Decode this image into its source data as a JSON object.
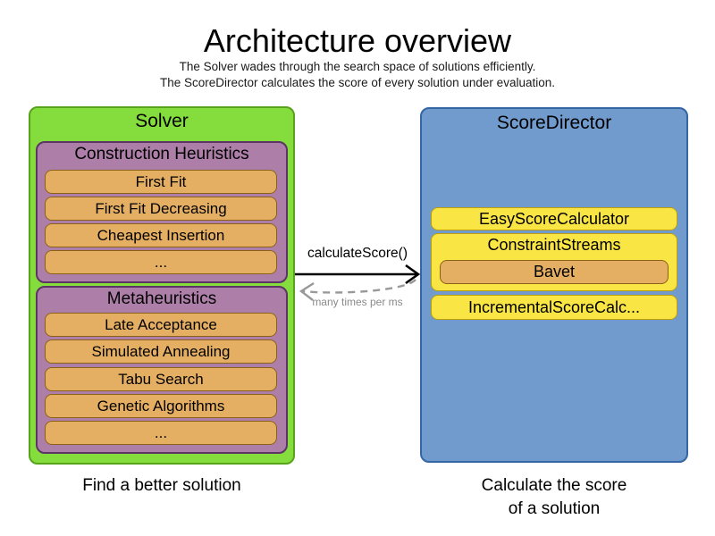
{
  "header": {
    "title": "Architecture overview",
    "subtitle_line1": "The Solver wades through the search space of solutions efficiently.",
    "subtitle_line2": "The ScoreDirector calculates the score of every solution under evaluation."
  },
  "solver": {
    "title": "Solver",
    "caption": "Find a better solution",
    "groups": [
      {
        "title": "Construction Heuristics",
        "items": [
          "First Fit",
          "First Fit Decreasing",
          "Cheapest Insertion",
          "..."
        ]
      },
      {
        "title": "Metaheuristics",
        "items": [
          "Late Acceptance",
          "Simulated Annealing",
          "Tabu Search",
          "Genetic Algorithms",
          "..."
        ]
      }
    ]
  },
  "score_director": {
    "title": "ScoreDirector",
    "caption_line1": "Calculate the score",
    "caption_line2": "of a solution",
    "items": [
      {
        "title": "EasyScoreCalculator"
      },
      {
        "title": "ConstraintStreams",
        "child": "Bavet"
      },
      {
        "title": "IncrementalScoreCalc..."
      }
    ]
  },
  "interaction": {
    "call_label": "calculateScore()",
    "frequency_label": "many times per ms"
  },
  "colors": {
    "solver_fill": "#84DC3D",
    "solver_border": "#57A41C",
    "group_fill": "#AD7FA8",
    "group_border": "#5C3566",
    "item_fill": "#E5AF63",
    "item_border": "#8A6116",
    "director_fill": "#719BCD",
    "director_border": "#3465A4",
    "calculator_fill": "#F9E543",
    "calculator_border": "#BFA00A",
    "arrow_black": "#000000",
    "arrow_gray": "#999999"
  }
}
